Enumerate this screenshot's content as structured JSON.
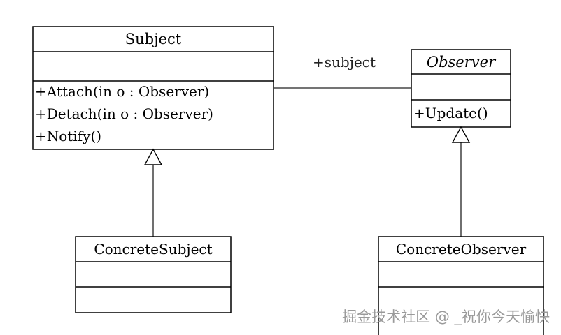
{
  "classes": {
    "subject": {
      "name": "Subject",
      "operations": [
        "+Attach(in o : Observer)",
        "+Detach(in o : Observer)",
        "+Notify()"
      ]
    },
    "observer": {
      "name": "Observer",
      "operations": [
        "+Update()"
      ]
    },
    "concrete_subject": {
      "name": "ConcreteSubject"
    },
    "concrete_observer": {
      "name": "ConcreteObserver"
    }
  },
  "association": {
    "label": "+subject"
  },
  "watermark": "掘金技术社区 @ _祝你今天愉快"
}
